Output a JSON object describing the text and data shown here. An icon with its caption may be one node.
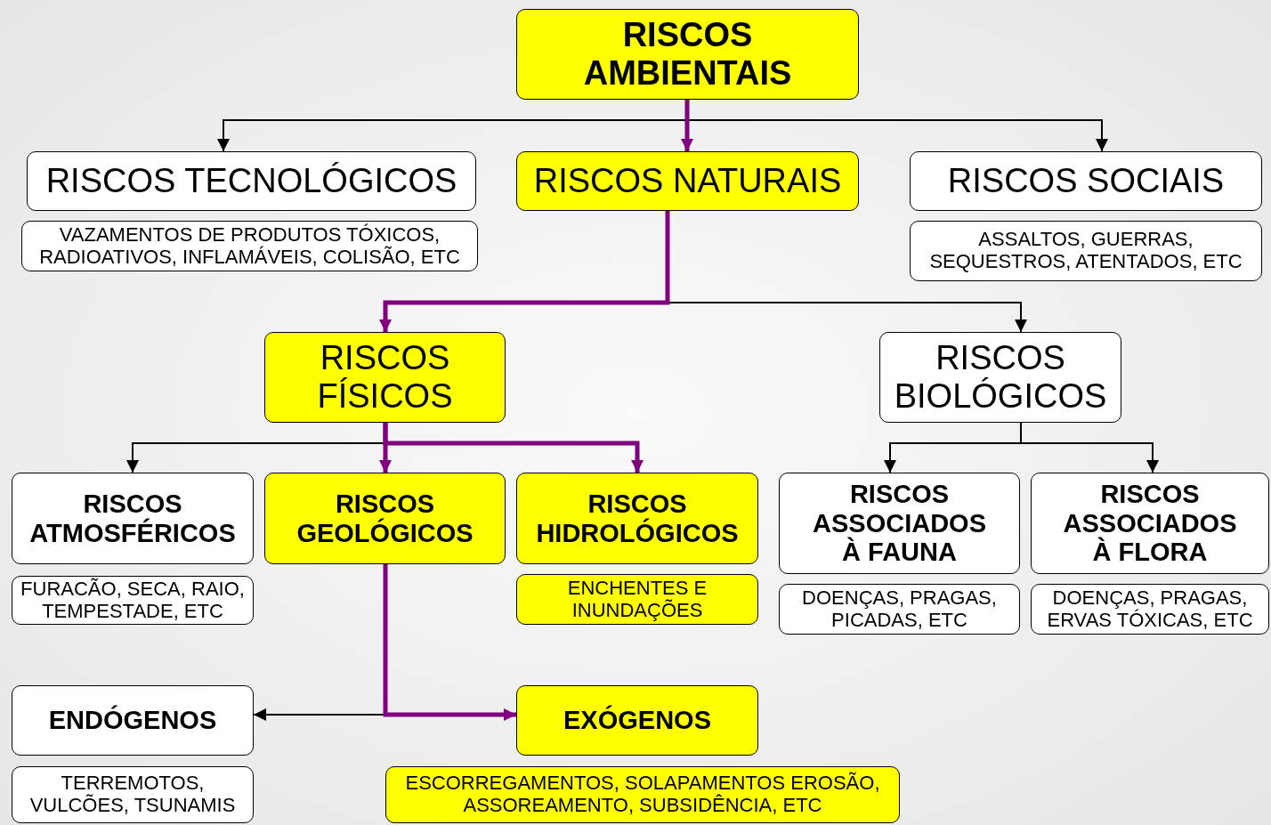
{
  "diagram": {
    "nodes": [
      {
        "text": [
          "RISCOS AMBIENTAIS"
        ]
      },
      {
        "text": [
          "RISCOS TECNOLÓGICOS"
        ]
      },
      {
        "text": [
          "VAZAMENTOS DE PRODUTOS TÓXICOS, RADIOATIVOS, INFLAMÁVEIS, COLISÃO, ETC"
        ]
      },
      {
        "text": [
          "RISCOS NATURAIS"
        ]
      },
      {
        "text": [
          "RISCOS SOCIAIS"
        ]
      },
      {
        "text": [
          "ASSALTOS, GUERRAS, SEQUESTROS, ATENTADOS, ETC"
        ]
      },
      {
        "text": [
          "RISCOS FÍSICOS"
        ]
      },
      {
        "text": [
          "RISCOS BIOLÓGICOS"
        ]
      },
      {
        "text": [
          "RISCOS ATMOSFÉRICOS"
        ]
      },
      {
        "text": [
          "FURACÃO, SECA, RAIO, TEMPESTADE, ETC"
        ]
      },
      {
        "text": [
          "RISCOS GEOLÓGICOS"
        ]
      },
      {
        "text": [
          "RISCOS HIDROLÓGICOS"
        ]
      },
      {
        "text": [
          "ENCHENTES E INUNDAÇÕES"
        ]
      },
      {
        "text": [
          "RISCOS ASSOCIADOS À FAUNA"
        ]
      },
      {
        "text": [
          "DOENÇAS, PRAGAS, PICADAS, ETC"
        ]
      },
      {
        "text": [
          "RISCOS ASSOCIADOS À FLORA"
        ]
      },
      {
        "text": [
          "DOENÇAS, PRAGAS, ERVAS TÓXICAS, ETC"
        ]
      },
      {
        "text": [
          "ENDÓGENOS"
        ]
      },
      {
        "text": [
          "TERREMOTOS, VULCÕES, TSUNAMIS"
        ]
      },
      {
        "text": [
          "EXÓGENOS"
        ]
      },
      {
        "text": [
          "ESCORREGAMENTOS, SOLAPAMENTOS EROSÃO, ASSOREAMENTO, SUBSIDÊNCIA, ETC"
        ]
      }
    ],
    "edges": [
      {
        "from": 0,
        "to": 1,
        "arrow": "to"
      },
      {
        "from": 0,
        "to": 3,
        "arrow": "to",
        "style": "thick",
        "color": "#800080"
      },
      {
        "from": 0,
        "to": 4,
        "arrow": "to"
      },
      {
        "from": 3,
        "to": 6,
        "arrow": "to",
        "style": "thick",
        "color": "#800080"
      },
      {
        "from": 3,
        "to": 7,
        "arrow": "to"
      },
      {
        "from": 6,
        "to": 8,
        "arrow": "to"
      },
      {
        "from": 6,
        "to": 10,
        "arrow": "to",
        "style": "thick",
        "color": "#800080"
      },
      {
        "from": 6,
        "to": 11,
        "arrow": "to",
        "style": "thick",
        "color": "#800080"
      },
      {
        "from": 7,
        "to": 13,
        "arrow": "to"
      },
      {
        "from": 7,
        "to": 15,
        "arrow": "to"
      },
      {
        "from": 10,
        "to": 17,
        "arrow": "to"
      },
      {
        "from": 10,
        "to": 19,
        "arrow": "to",
        "style": "thick",
        "color": "#800080"
      }
    ]
  }
}
